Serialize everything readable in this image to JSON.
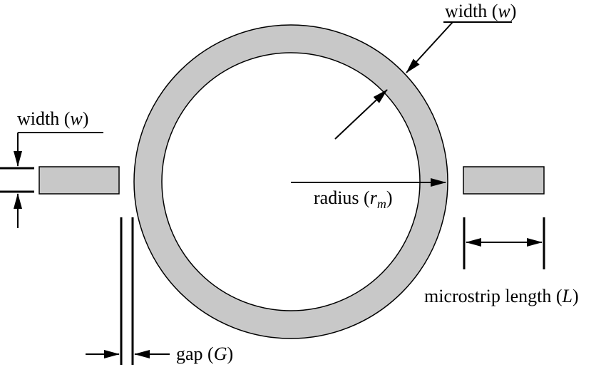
{
  "colors": {
    "ring_fill": "#c8c8c8",
    "strip_fill": "#c8c8c8",
    "stroke": "#000000",
    "background": "#ffffff"
  },
  "labels": {
    "ring_width": {
      "prefix": "width (",
      "var": "w",
      "suffix": ")"
    },
    "feed_width": {
      "prefix": "width (",
      "var": "w",
      "suffix": ")"
    },
    "radius": {
      "prefix": "radius (",
      "var": "r",
      "subscript": "m",
      "suffix": ")"
    },
    "length": {
      "prefix": "microstrip length (",
      "var": "L",
      "suffix": ")"
    },
    "gap": {
      "prefix": "gap (",
      "var": "G",
      "suffix": ")"
    }
  }
}
